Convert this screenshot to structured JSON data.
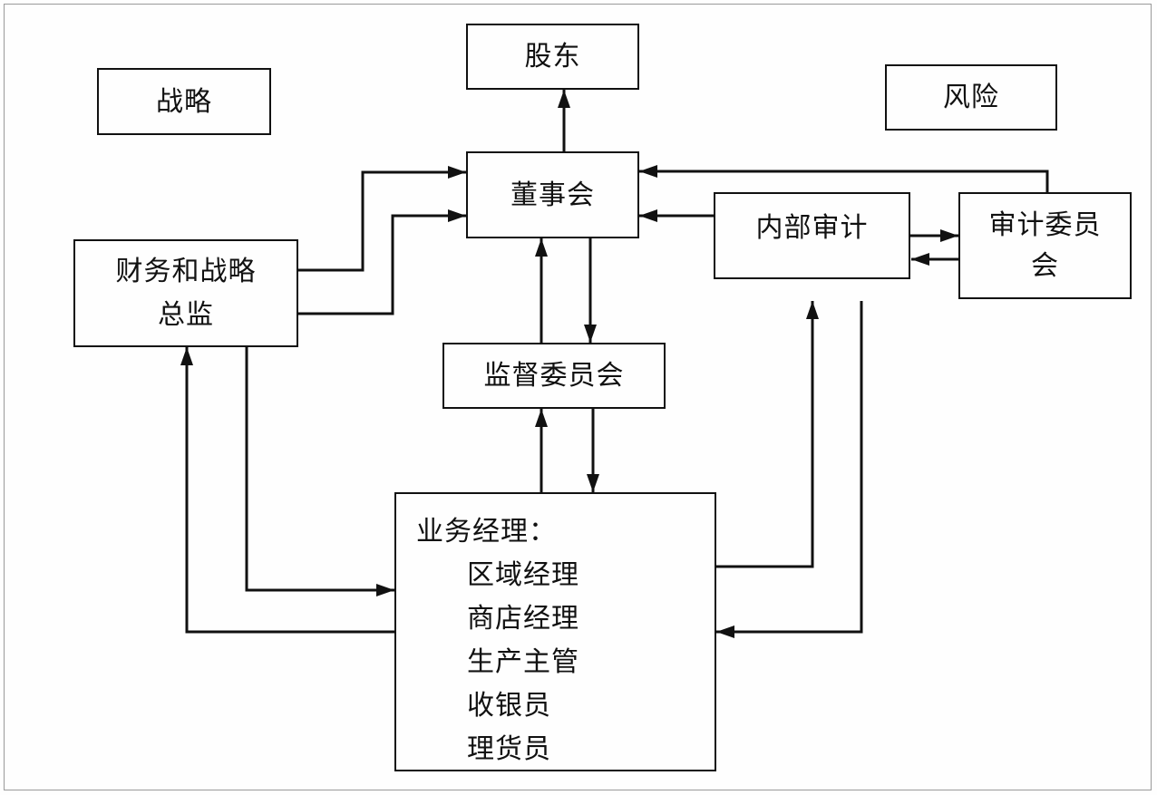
{
  "nodes": {
    "strategy": "战略",
    "shareholders": "股东",
    "risk": "风险",
    "board": "董事会",
    "internal_audit": "内部审计",
    "audit_committee": [
      "审计委员",
      "会"
    ],
    "finance_director": [
      "财务和战略",
      "总监"
    ],
    "supervisory_committee": "监督委员会",
    "business_managers": {
      "heading": "业务经理：",
      "items": [
        "区域经理",
        "商店经理",
        "生产主管",
        "收银员",
        "理货员"
      ]
    }
  }
}
